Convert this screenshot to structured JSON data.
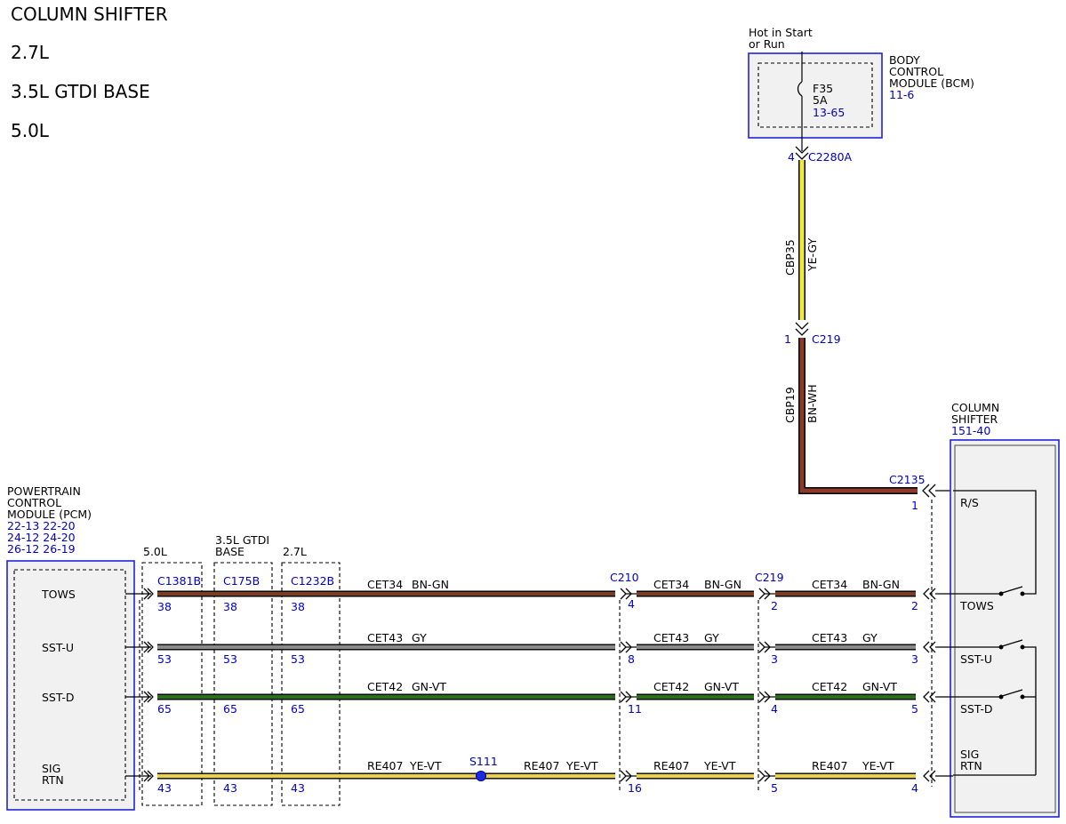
{
  "titles": [
    "COLUMN SHIFTER",
    "2.7L",
    "3.5L GTDI BASE",
    "5.0L"
  ],
  "bcm": {
    "note_line1": "Hot in Start",
    "note_line2": "or Run",
    "name_line1": "BODY",
    "name_line2": "CONTROL",
    "name_line3": "MODULE (BCM)",
    "ref": "11-6",
    "fuse_name": "F35",
    "fuse_rating": "5A",
    "fuse_ref": "13-65",
    "connector": "C2280A",
    "pin": "4"
  },
  "vertical_wires": [
    {
      "circuit": "CBP35",
      "color": "YE-GY",
      "hex": "#f2ea3a"
    },
    {
      "circuit": "CBP19",
      "color": "BN-WH",
      "hex": "#8b3a2a"
    }
  ],
  "c219_top": {
    "connector": "C219",
    "pin": "1"
  },
  "c2135": {
    "connector": "C2135",
    "pin": "1"
  },
  "pcm": {
    "name_line1": "POWERTRAIN",
    "name_line2": "CONTROL",
    "name_line3": "MODULE (PCM)",
    "refs": [
      "22-13 22-20",
      "24-12 24-20",
      "26-12 26-19"
    ],
    "pins": [
      "TOWS",
      "SST-U",
      "SST-D",
      "SIG",
      "RTN"
    ]
  },
  "engine_connectors": [
    {
      "engine_line1": "5.0L",
      "engine_line2": "",
      "connector": "C1381B"
    },
    {
      "engine_line1": "3.5L GTDI",
      "engine_line2": "BASE",
      "connector": "C175B"
    },
    {
      "engine_line1": "2.7L",
      "engine_line2": "",
      "connector": "C1232B"
    }
  ],
  "shifter": {
    "name_line1": "COLUMN",
    "name_line2": "SHIFTER",
    "ref": "151-40",
    "pins": [
      "R/S",
      "TOWS",
      "SST-U",
      "SST-D",
      "SIG",
      "RTN"
    ]
  },
  "c210": "C210",
  "c219": "C219",
  "splice": "S111",
  "rows": [
    {
      "pcm_pin": "38",
      "c210_pin": "4",
      "c219_pin": "2",
      "shifter_pin": "2",
      "seg1_circuit": "CET34",
      "seg1_color": "BN-GN",
      "seg2_circuit": "CET34",
      "seg2_color": "BN-GN",
      "seg3_circuit": "CET34",
      "seg3_color": "BN-GN",
      "hex": "#7a3e24"
    },
    {
      "pcm_pin": "53",
      "c210_pin": "8",
      "c219_pin": "3",
      "shifter_pin": "3",
      "seg1_circuit": "CET43",
      "seg1_color": "GY",
      "seg2_circuit": "CET43",
      "seg2_color": "GY",
      "seg3_circuit": "CET43",
      "seg3_color": "GY",
      "hex": "#8a8a8a"
    },
    {
      "pcm_pin": "65",
      "c210_pin": "11",
      "c219_pin": "4",
      "shifter_pin": "5",
      "seg1_circuit": "CET42",
      "seg1_color": "GN-VT",
      "seg2_circuit": "CET42",
      "seg2_color": "GN-VT",
      "seg3_circuit": "CET42",
      "seg3_color": "GN-VT",
      "hex": "#2a6e1e"
    },
    {
      "pcm_pin": "43",
      "c210_pin": "16",
      "c219_pin": "5",
      "shifter_pin": "4",
      "seg1_circuit": "RE407",
      "seg1_color": "YE-VT",
      "seg1b_circuit": "RE407",
      "seg1b_color": "YE-VT",
      "seg2_circuit": "RE407",
      "seg2_color": "YE-VT",
      "seg3_circuit": "RE407",
      "seg3_color": "YE-VT",
      "hex": "#e9d24a"
    }
  ]
}
